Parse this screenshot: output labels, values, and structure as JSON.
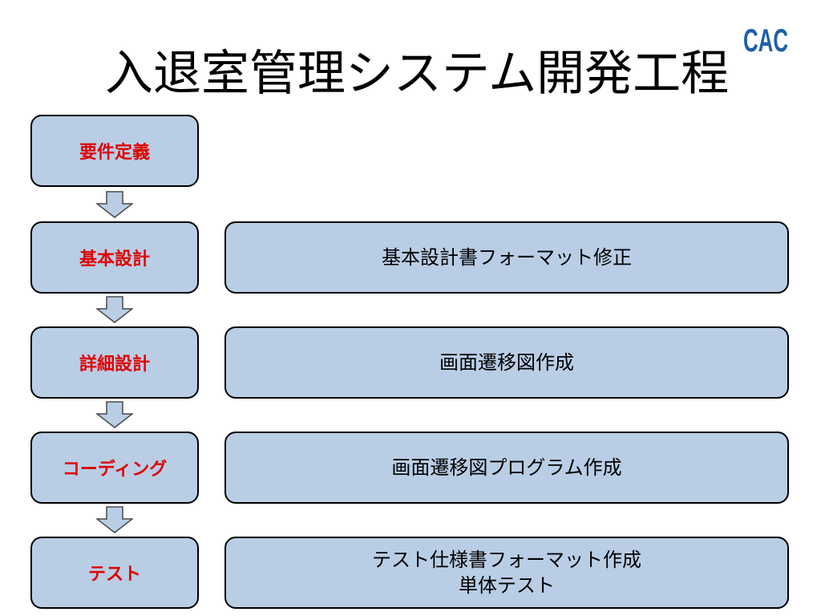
{
  "title": "入退室管理システム開発工程",
  "logo_text": "CAC",
  "steps": [
    {
      "label": "要件定義"
    },
    {
      "label": "基本設計",
      "task": [
        "基本設計書フォーマット修正"
      ]
    },
    {
      "label": "詳細設計",
      "task": [
        "画面遷移図作成"
      ]
    },
    {
      "label": "コーディング",
      "task": [
        "画面遷移図プログラム作成"
      ]
    },
    {
      "label": "テスト",
      "task": [
        "テスト仕様書フォーマット作成",
        "単体テスト"
      ]
    }
  ],
  "colors": {
    "box_fill": "#b9cde5",
    "box_border": "#000000",
    "step_text": "#e00000",
    "logo": "#1f5fa8"
  }
}
